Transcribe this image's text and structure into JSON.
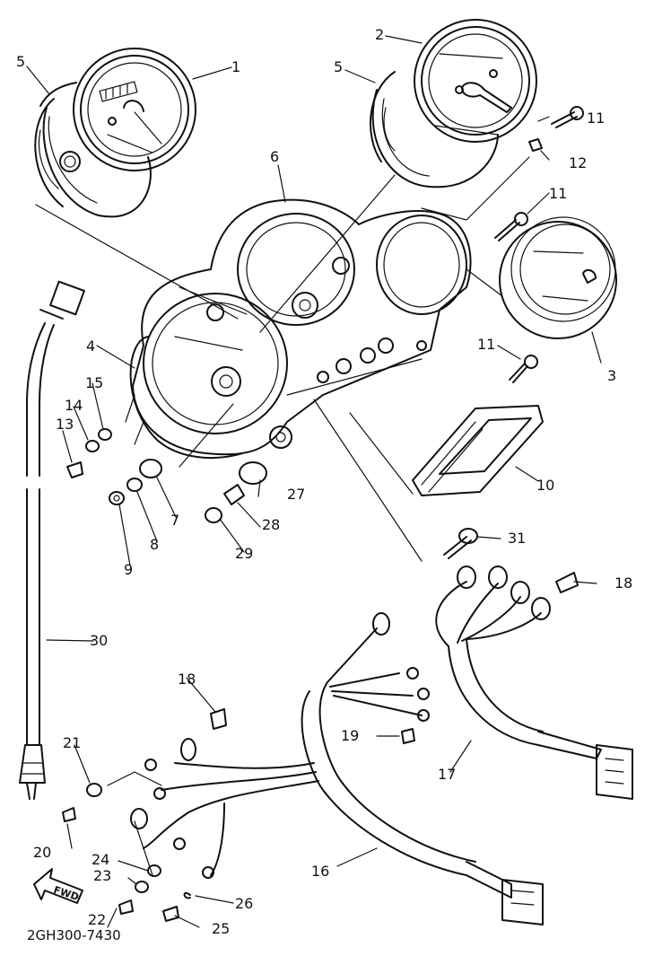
{
  "callouts": {
    "n1": "1",
    "n2": "2",
    "n3": "3",
    "n4": "4",
    "n5a": "5",
    "n5b": "5",
    "n6": "6",
    "n7": "7",
    "n8": "8",
    "n9": "9",
    "n10": "10",
    "n11a": "11",
    "n11b": "11",
    "n11c": "11",
    "n12": "12",
    "n13": "13",
    "n14": "14",
    "n15": "15",
    "n16": "16",
    "n17": "17",
    "n18a": "18",
    "n18b": "18",
    "n19": "19",
    "n20": "20",
    "n21": "21",
    "n22": "22",
    "n23": "23",
    "n24": "24",
    "n25": "25",
    "n26": "26",
    "n27": "27",
    "n28": "28",
    "n29": "29",
    "n30": "30",
    "n31": "31"
  },
  "arrow_label": "FWD",
  "diagram_code": "2GH300-7430"
}
